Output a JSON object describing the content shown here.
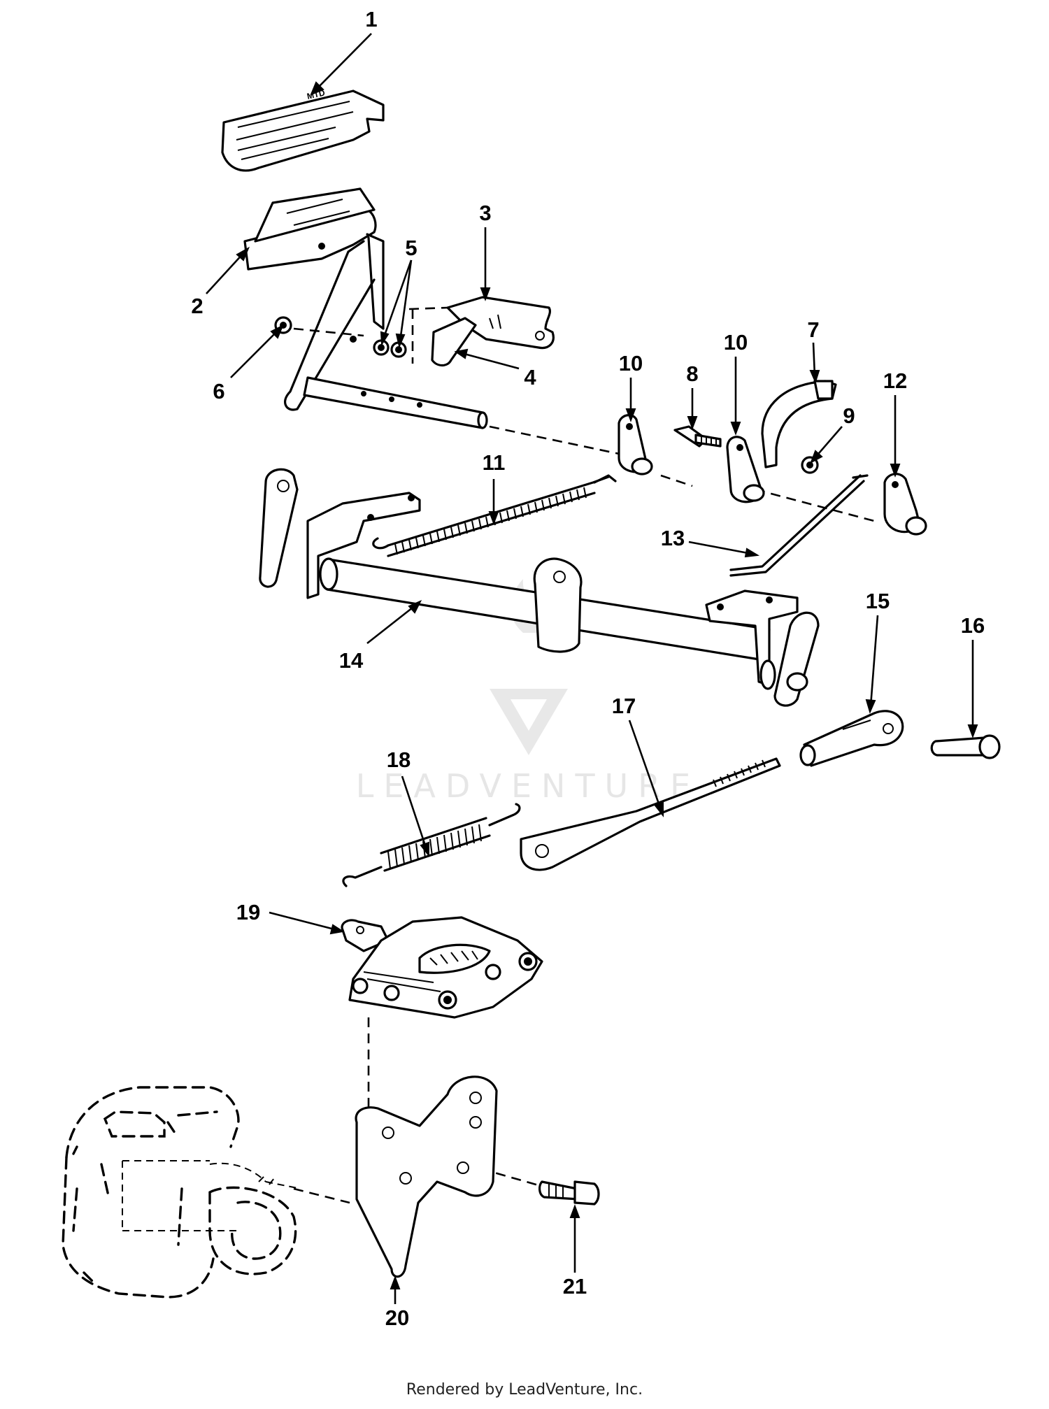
{
  "footer": "Rendered by LeadVenture, Inc.",
  "watermark": "LEADVENTURE",
  "callouts": [
    "1",
    "2",
    "3",
    "4",
    "5",
    "6",
    "7",
    "8",
    "9",
    "10",
    "10",
    "11",
    "12",
    "13",
    "14",
    "15",
    "16",
    "17",
    "18",
    "19",
    "20",
    "21"
  ]
}
